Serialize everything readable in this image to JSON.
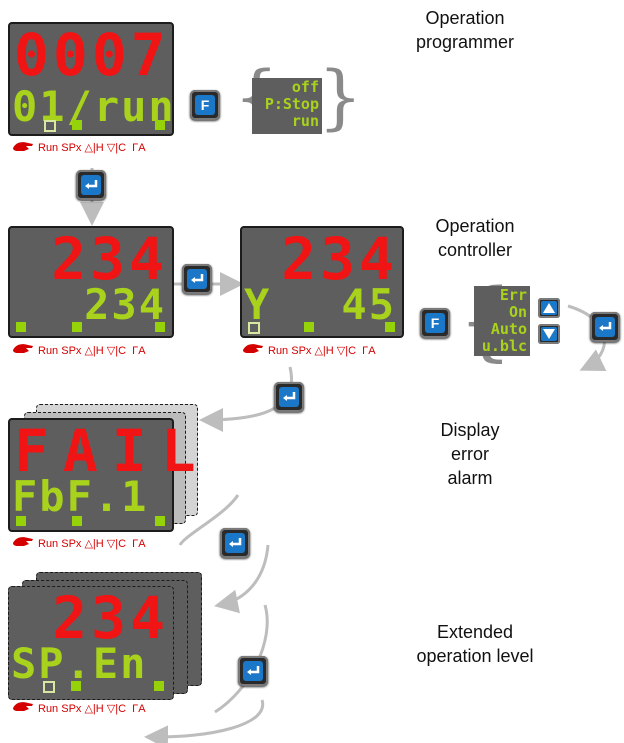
{
  "headings": {
    "programmer": [
      "Operation",
      "programmer"
    ],
    "controller": [
      "Operation",
      "controller"
    ],
    "error": [
      "Display",
      "error",
      "alarm"
    ],
    "extended": [
      "Extended",
      "operation level"
    ]
  },
  "status_labels": "Run SPx △|H ▽|C  ΓA",
  "displays": {
    "programmer": {
      "top": "0007",
      "bottom": "01/run"
    },
    "controller_left": {
      "top": "234",
      "bottom": "234"
    },
    "controller_right": {
      "top": "234",
      "bottom_left": "Y",
      "bottom_right": "45"
    },
    "error": {
      "top": "FAIL",
      "bottom": "FbF.1"
    },
    "extended": {
      "top": "234",
      "bottom": "SP.En"
    }
  },
  "f_button_label": "F",
  "programmer_menu": [
    "off",
    "P:Stop",
    "run"
  ],
  "controller_menu": [
    "Err",
    "On",
    "Auto",
    "u.blc"
  ],
  "icons": [
    "enter-icon",
    "arrow-up-icon",
    "arrow-down-icon",
    "hand-icon"
  ],
  "colors": {
    "display_bg": "#5e5e5e",
    "digit_red": "#f01414",
    "digit_green": "#a8d21c",
    "key_blue": "#1b78c8",
    "label_red": "#d40000",
    "connector_gray": "#bdbdbd"
  }
}
